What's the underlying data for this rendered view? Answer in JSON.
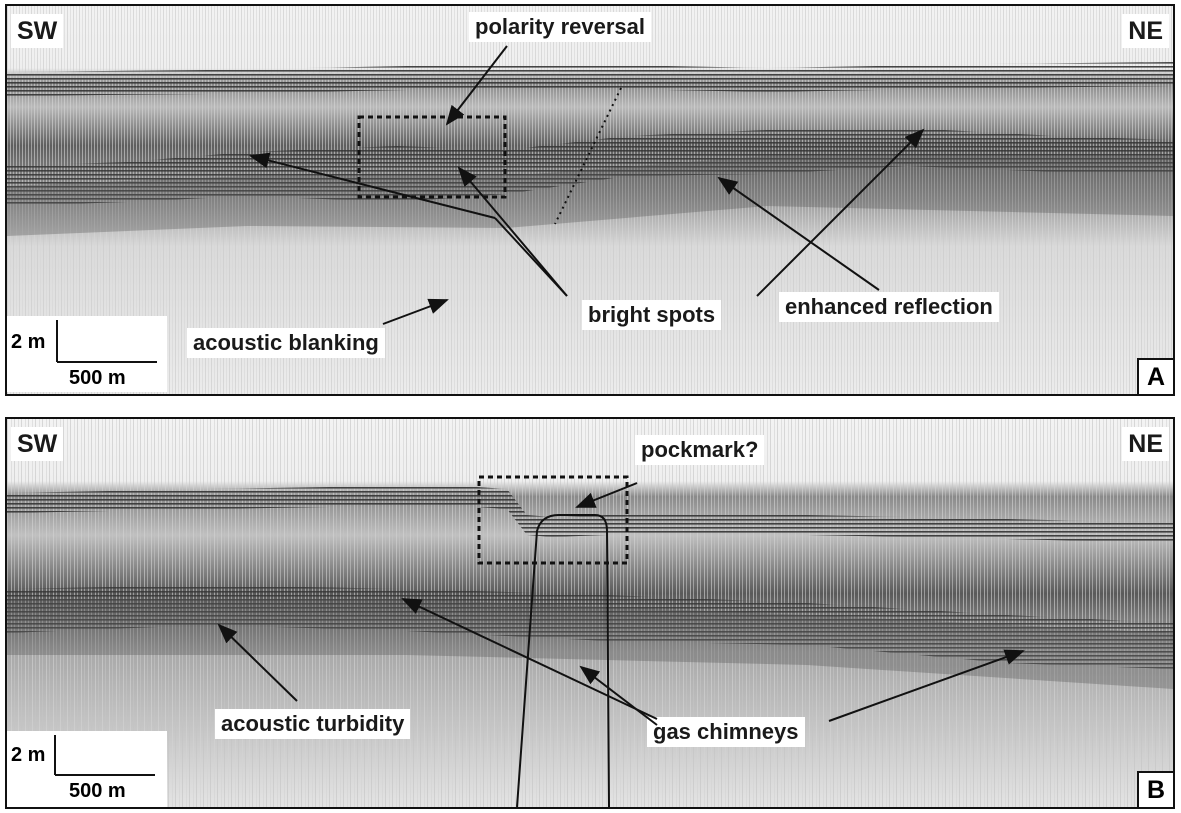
{
  "panel_a": {
    "letter": "A",
    "left_dir": "SW",
    "right_dir": "NE",
    "labels": {
      "polarity_reversal": "polarity reversal",
      "bright_spots": "bright spots",
      "enhanced_reflection": "enhanced reflection",
      "acoustic_blanking": "acoustic blanking"
    },
    "scale": {
      "vertical": "2 m",
      "horizontal": "500 m"
    }
  },
  "panel_b": {
    "letter": "B",
    "left_dir": "SW",
    "right_dir": "NE",
    "labels": {
      "pockmark": "pockmark?",
      "acoustic_turbidity": "acoustic turbidity",
      "gas_chimneys": "gas chimneys"
    },
    "scale": {
      "vertical": "2 m",
      "horizontal": "500 m"
    }
  },
  "colors": {
    "line": "#111111",
    "label_bg": "#ffffff",
    "seismic_dark": "#3a3a3a",
    "seismic_light": "#e9e9e9"
  }
}
